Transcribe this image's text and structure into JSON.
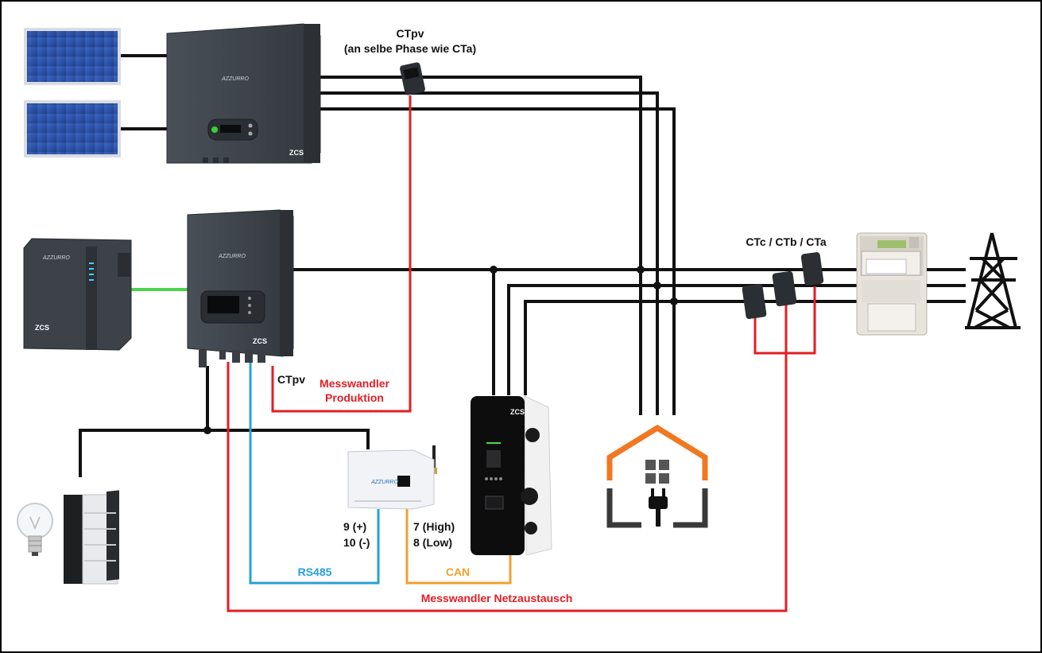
{
  "labels": {
    "ctpv_top": "CTpv",
    "ctpv_top_note": "(an selbe Phase wie CTa)",
    "ct_group": "CTc / CTb / CTa",
    "ctpv_small": "CTpv",
    "messwandler_produktion_1": "Messwandler",
    "messwandler_produktion_2": "Produktion",
    "pin_9": "9 (+)",
    "pin_10": "10 (-)",
    "pin_7": "7 (High)",
    "pin_8": "8 (Low)",
    "rs485": "RS485",
    "can": "CAN",
    "messwandler_netz": "Messwandler Netzaustausch"
  },
  "devices": {
    "brand_text": "AZZURRO",
    "maker_text": "ZCS"
  },
  "colors": {
    "wire_power": "#111111",
    "wire_ct": "#e31e24",
    "wire_rs485": "#2a9fd6",
    "wire_can": "#f0a030",
    "wire_battery": "#4cd44c",
    "house": "#f07820",
    "device_dark": "#3b4046",
    "label_red": "#e31e24",
    "label_blue": "#2a9fd6",
    "label_orange": "#f0a030"
  }
}
